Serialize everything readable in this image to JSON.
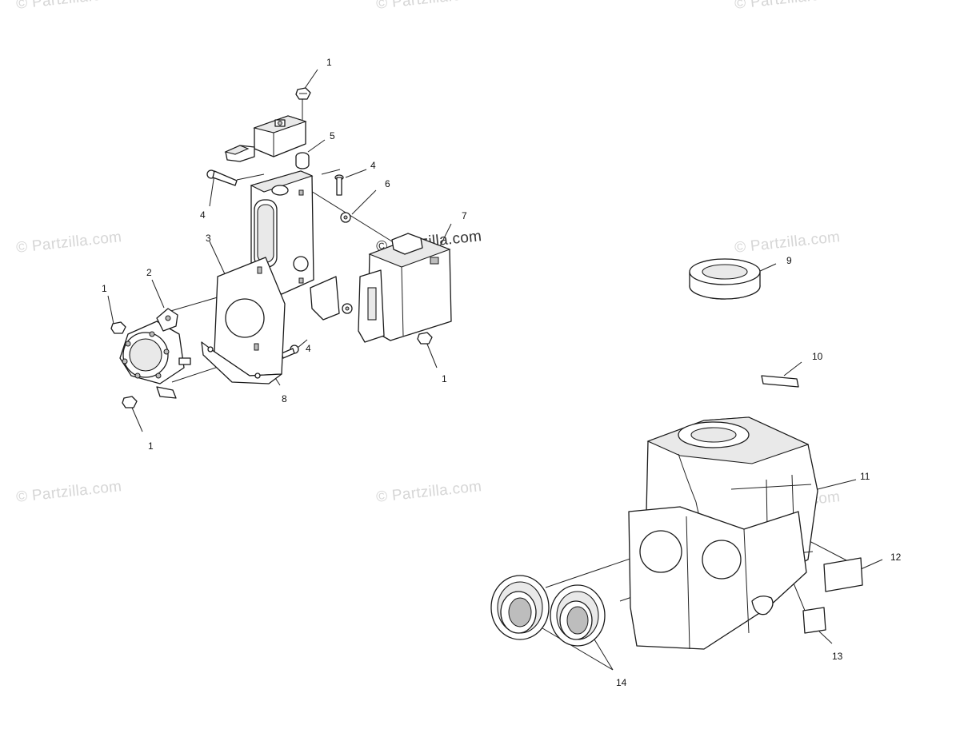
{
  "watermark": {
    "text": "© Partzilla.com"
  },
  "callouts": [
    {
      "id": "c1-top",
      "text": "1"
    },
    {
      "id": "c5",
      "text": "5"
    },
    {
      "id": "c4-right",
      "text": "4"
    },
    {
      "id": "c6",
      "text": "6"
    },
    {
      "id": "c7",
      "text": "7"
    },
    {
      "id": "c4-left",
      "text": "4"
    },
    {
      "id": "c3",
      "text": "3"
    },
    {
      "id": "c2",
      "text": "2"
    },
    {
      "id": "c1-left",
      "text": "1"
    },
    {
      "id": "c1-right",
      "text": "1"
    },
    {
      "id": "c4-bottom",
      "text": "4"
    },
    {
      "id": "c8",
      "text": "8"
    },
    {
      "id": "c1-bottom",
      "text": "1"
    },
    {
      "id": "c9",
      "text": "9"
    },
    {
      "id": "c10",
      "text": "10"
    },
    {
      "id": "c11",
      "text": "11"
    },
    {
      "id": "c12",
      "text": "12"
    },
    {
      "id": "c13",
      "text": "13"
    },
    {
      "id": "c14",
      "text": "14"
    }
  ]
}
